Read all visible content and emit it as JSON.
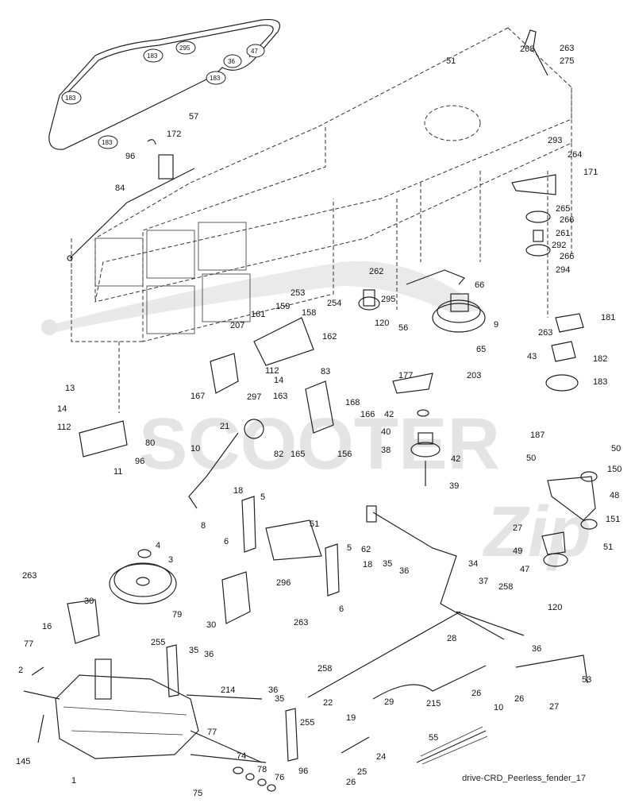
{
  "caption": "drive-CRD_Peerless_fender_17",
  "watermark": {
    "brand": "SCOOTER",
    "script": "Zip"
  },
  "belt_rings": [
    "183",
    "295",
    "47",
    "36",
    "183",
    "183",
    "183"
  ],
  "callouts": [
    "57",
    "96",
    "172",
    "84",
    "51",
    "268",
    "263",
    "275",
    "293",
    "264",
    "171",
    "265",
    "266",
    "261",
    "292",
    "266",
    "294",
    "262",
    "253",
    "254",
    "295",
    "120",
    "66",
    "56",
    "9",
    "263",
    "181",
    "65",
    "43",
    "182",
    "183",
    "203",
    "187",
    "207",
    "161",
    "159",
    "158",
    "162",
    "112",
    "14",
    "83",
    "163",
    "167",
    "297",
    "13",
    "14",
    "112",
    "80",
    "96",
    "11",
    "177",
    "42",
    "168",
    "166",
    "40",
    "38",
    "42",
    "39",
    "21",
    "165",
    "156",
    "82",
    "10",
    "8",
    "18",
    "5",
    "51",
    "6",
    "296",
    "62",
    "35",
    "36",
    "5",
    "18",
    "6",
    "34",
    "37",
    "258",
    "50",
    "50",
    "150",
    "48",
    "27",
    "151",
    "49",
    "51",
    "47",
    "120",
    "4",
    "3",
    "263",
    "30",
    "79",
    "16",
    "77",
    "2",
    "30",
    "263",
    "255",
    "35",
    "36",
    "214",
    "28",
    "36",
    "35",
    "36",
    "258",
    "22",
    "29",
    "26",
    "10",
    "26",
    "53",
    "27",
    "215",
    "255",
    "19",
    "24",
    "25",
    "26",
    "55",
    "77",
    "74",
    "78",
    "76",
    "75",
    "96",
    "145",
    "1"
  ]
}
